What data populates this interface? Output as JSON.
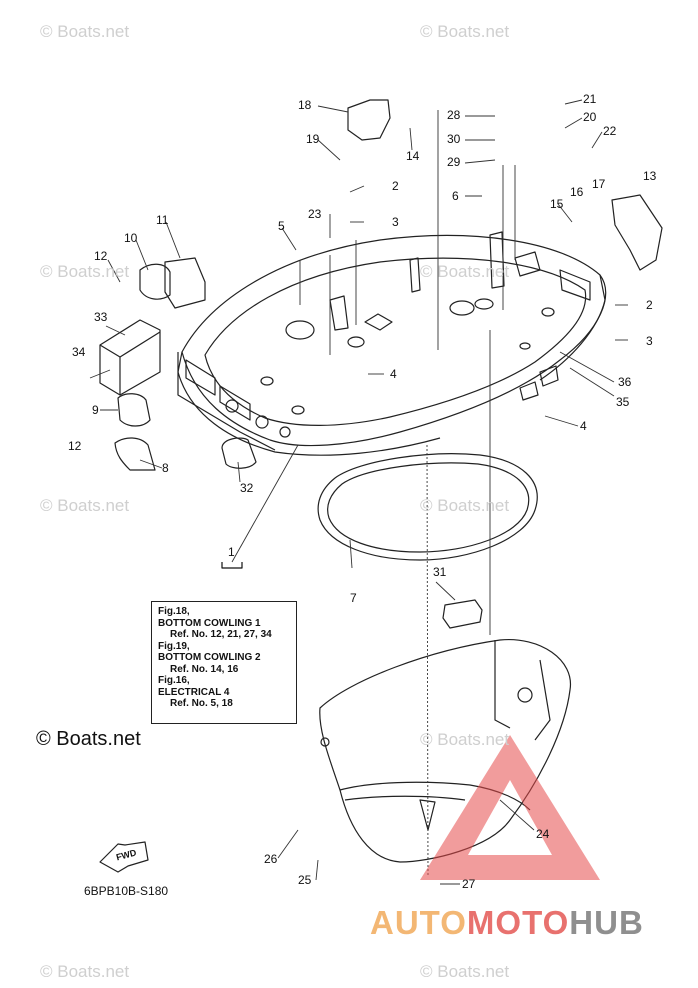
{
  "diagram": {
    "callouts": [
      "1",
      "2",
      "2",
      "3",
      "3",
      "4",
      "4",
      "5",
      "6",
      "7",
      "8",
      "9",
      "10",
      "11",
      "12",
      "12",
      "13",
      "14",
      "15",
      "16",
      "17",
      "18",
      "19",
      "20",
      "21",
      "22",
      "23",
      "24",
      "25",
      "26",
      "27",
      "28",
      "29",
      "30",
      "31",
      "32",
      "33",
      "34",
      "35",
      "36"
    ],
    "reference_box": {
      "lines": [
        {
          "text": "Fig.18,",
          "indent": false
        },
        {
          "text": "BOTTOM COWLING 1",
          "indent": false
        },
        {
          "text": "Ref. No. 12, 21, 27, 34",
          "indent": true
        },
        {
          "text": "Fig.19,",
          "indent": false
        },
        {
          "text": "BOTTOM COWLING 2",
          "indent": false
        },
        {
          "text": "Ref. No. 14, 16",
          "indent": true
        },
        {
          "text": "Fig.16,",
          "indent": false
        },
        {
          "text": "ELECTRICAL 4",
          "indent": false
        },
        {
          "text": "Ref. No. 5, 18",
          "indent": true
        }
      ]
    },
    "fwd_label": "FWD",
    "figure_code": "6BPB10B-S180",
    "copyright": "© Boats.net",
    "watermark": "© Boats.net",
    "brand": {
      "part1": "AUTO",
      "part2": "MOTO",
      "part3": "HUB"
    },
    "colors": {
      "line": "#222222",
      "brand_triangle": "#e64a4a",
      "watermark": "#cfcfcf"
    }
  }
}
